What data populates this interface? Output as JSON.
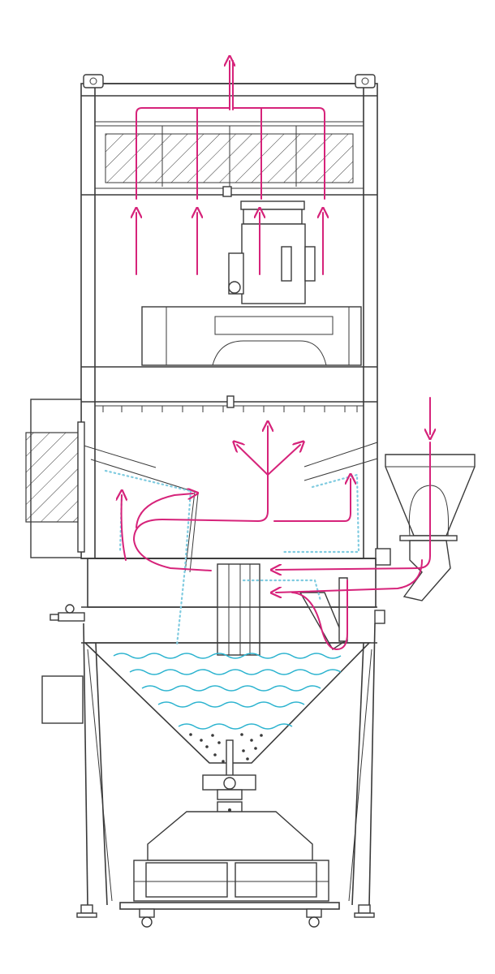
{
  "colors": {
    "frame": "#3a3a3a",
    "airflow": "#d6237a",
    "water": "#2bb3cf",
    "mist": "#7fcbe0",
    "background": "#ffffff"
  },
  "diagram": {
    "type": "cross-section",
    "components": [
      "filter-module",
      "fan-motor-module",
      "separation-chamber",
      "side-control-box",
      "inlet-hopper",
      "water-tank",
      "sediment-outlet",
      "collection-trays",
      "leveling-feet",
      "casters"
    ],
    "annotations": []
  }
}
